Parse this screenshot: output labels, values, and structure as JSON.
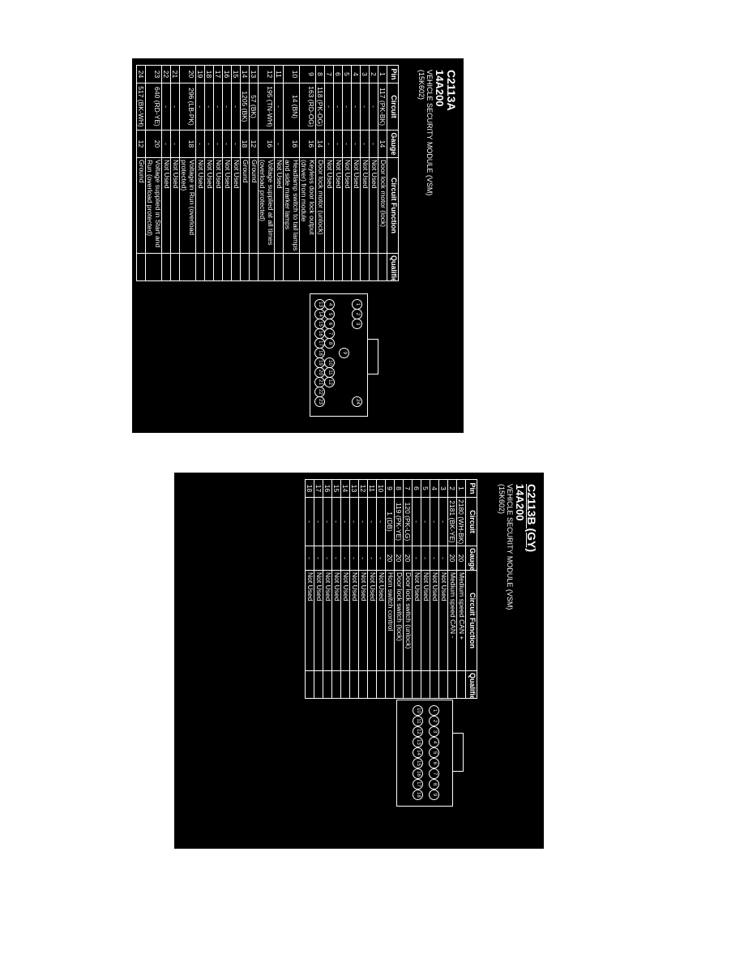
{
  "connector_a": {
    "connector": "C2113A",
    "part": "14A200",
    "module": "VEHICLE SECURITY MODULE (VSM)",
    "code": "(15K602)",
    "headers": {
      "pin": "Pin",
      "circuit": "Circuit",
      "gauge": "Gauge",
      "function": "Circuit Function",
      "qualifier": "Qualifier"
    },
    "rows": [
      {
        "pin": "1",
        "circuit": "117 (PK-BK)",
        "gauge": "14",
        "function": "Door lock motor (lock)",
        "qualifier": ""
      },
      {
        "pin": "2",
        "circuit": "-",
        "gauge": "-",
        "function": "Not Used",
        "qualifier": ""
      },
      {
        "pin": "3",
        "circuit": "-",
        "gauge": "-",
        "function": "Not Used",
        "qualifier": ""
      },
      {
        "pin": "4",
        "circuit": "-",
        "gauge": "-",
        "function": "Not Used",
        "qualifier": ""
      },
      {
        "pin": "5",
        "circuit": "-",
        "gauge": "-",
        "function": "Not Used",
        "qualifier": ""
      },
      {
        "pin": "6",
        "circuit": "-",
        "gauge": "-",
        "function": "Not Used",
        "qualifier": ""
      },
      {
        "pin": "7",
        "circuit": "-",
        "gauge": "-",
        "function": "Not Used",
        "qualifier": ""
      },
      {
        "pin": "8",
        "circuit": "118 (PK-OG)",
        "gauge": "14",
        "function": "Door lock motor (unlock)",
        "qualifier": ""
      },
      {
        "pin": "9",
        "circuit": "163 (RD-OG)",
        "gauge": "16",
        "function": "Keyless door lock output (driver) from module",
        "qualifier": ""
      },
      {
        "pin": "10",
        "circuit": "14 (BN)",
        "gauge": "16",
        "function": "Headlamp switch to tail lamps and side marker lamps",
        "qualifier": ""
      },
      {
        "pin": "11",
        "circuit": "-",
        "gauge": "-",
        "function": "Not Used",
        "qualifier": ""
      },
      {
        "pin": "12",
        "circuit": "195 (TN-WH)",
        "gauge": "16",
        "function": "Voltage supplied at all times (overload protected)",
        "qualifier": ""
      },
      {
        "pin": "13",
        "circuit": "57 (BK)",
        "gauge": "12",
        "function": "Ground",
        "qualifier": ""
      },
      {
        "pin": "14",
        "circuit": "1205 (BK)",
        "gauge": "18",
        "function": "Ground",
        "qualifier": ""
      },
      {
        "pin": "15",
        "circuit": "-",
        "gauge": "-",
        "function": "Not Used",
        "qualifier": ""
      },
      {
        "pin": "16",
        "circuit": "-",
        "gauge": "-",
        "function": "Not Used",
        "qualifier": ""
      },
      {
        "pin": "17",
        "circuit": "-",
        "gauge": "-",
        "function": "Not Used",
        "qualifier": ""
      },
      {
        "pin": "18",
        "circuit": "-",
        "gauge": "-",
        "function": "Not Used",
        "qualifier": ""
      },
      {
        "pin": "19",
        "circuit": "-",
        "gauge": "-",
        "function": "Not Used",
        "qualifier": ""
      },
      {
        "pin": "20",
        "circuit": "296 (LB-PK)",
        "gauge": "18",
        "function": "Voltage in Run (overload protected)",
        "qualifier": ""
      },
      {
        "pin": "21",
        "circuit": "-",
        "gauge": "-",
        "function": "Not Used",
        "qualifier": ""
      },
      {
        "pin": "22",
        "circuit": "-",
        "gauge": "-",
        "function": "Not Used",
        "qualifier": ""
      },
      {
        "pin": "23",
        "circuit": "640 (RD-YE)",
        "gauge": "20",
        "function": "Voltage supplied in Start and Run (overload protected)",
        "qualifier": ""
      },
      {
        "pin": "24",
        "circuit": "517 (BK-WH)",
        "gauge": "12",
        "function": "Ground",
        "qualifier": ""
      }
    ]
  },
  "connector_b": {
    "connector": "C2113B (GY)",
    "part": "14A200",
    "module": "VEHICLE SECURITY MODULE (VSM)",
    "code": "(15K602)",
    "headers": {
      "pin": "Pin",
      "circuit": "Circuit",
      "gauge": "Gauge",
      "function": "Circuit Function",
      "qualifier": "Qualifier"
    },
    "rows": [
      {
        "pin": "1",
        "circuit": "2180 (WH-BK)",
        "gauge": "20",
        "function": "Medium speed CAN +",
        "qualifier": ""
      },
      {
        "pin": "2",
        "circuit": "2181 (BK-YE)",
        "gauge": "20",
        "function": "Medium speed CAN -",
        "qualifier": ""
      },
      {
        "pin": "3",
        "circuit": "-",
        "gauge": "-",
        "function": "Not Used",
        "qualifier": ""
      },
      {
        "pin": "4",
        "circuit": "-",
        "gauge": "-",
        "function": "Not Used",
        "qualifier": ""
      },
      {
        "pin": "5",
        "circuit": "-",
        "gauge": "-",
        "function": "Not Used",
        "qualifier": ""
      },
      {
        "pin": "6",
        "circuit": "-",
        "gauge": "-",
        "function": "Not Used",
        "qualifier": ""
      },
      {
        "pin": "7",
        "circuit": "120 (PK-LG)",
        "gauge": "20",
        "function": "Door lock switch (unlock)",
        "qualifier": ""
      },
      {
        "pin": "8",
        "circuit": "119 (PK-YE)",
        "gauge": "20",
        "function": "Door lock switch (lock)",
        "qualifier": ""
      },
      {
        "pin": "9",
        "circuit": "1 (DB)",
        "gauge": "20",
        "function": "Horn switch control",
        "qualifier": ""
      },
      {
        "pin": "10",
        "circuit": "-",
        "gauge": "-",
        "function": "Not Used",
        "qualifier": ""
      },
      {
        "pin": "11",
        "circuit": "-",
        "gauge": "-",
        "function": "Not Used",
        "qualifier": ""
      },
      {
        "pin": "12",
        "circuit": "-",
        "gauge": "-",
        "function": "Not Used",
        "qualifier": ""
      },
      {
        "pin": "13",
        "circuit": "-",
        "gauge": "-",
        "function": "Not Used",
        "qualifier": ""
      },
      {
        "pin": "14",
        "circuit": "-",
        "gauge": "-",
        "function": "Not Used",
        "qualifier": ""
      },
      {
        "pin": "15",
        "circuit": "-",
        "gauge": "-",
        "function": "Not Used",
        "qualifier": ""
      },
      {
        "pin": "16",
        "circuit": "-",
        "gauge": "-",
        "function": "Not Used",
        "qualifier": ""
      },
      {
        "pin": "17",
        "circuit": "-",
        "gauge": "-",
        "function": "Not Used",
        "qualifier": ""
      },
      {
        "pin": "18",
        "circuit": "-",
        "gauge": "-",
        "function": "Not Used",
        "qualifier": ""
      }
    ]
  }
}
